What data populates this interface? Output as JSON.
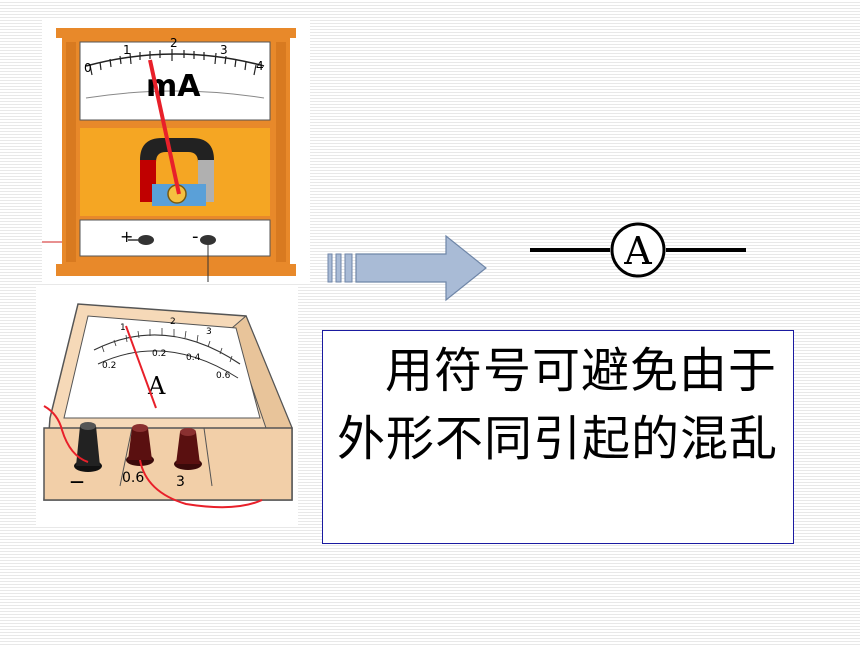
{
  "milliammeter": {
    "scale_labels": [
      "0",
      "1",
      "2",
      "3",
      "4"
    ],
    "unit": "mA",
    "plus_terminal": "+",
    "minus_terminal": "-"
  },
  "ammeter": {
    "scale_top": [
      "1",
      "2",
      "3"
    ],
    "scale_bottom": [
      "0.2",
      "0.2",
      "0.4"
    ],
    "scale_bottom_right": "0.6",
    "unit": "A",
    "terminal_minus": "—",
    "terminal_06": "0.6",
    "terminal_3": "3"
  },
  "symbol": {
    "letter": "A"
  },
  "caption": {
    "text": "用符号可避免由于外形不同引起的混乱"
  },
  "colors": {
    "frame_orange": "#e8892a",
    "panel_orange": "#f5a623",
    "needle_red": "#e8202a",
    "caption_border": "#1a1aa0",
    "arrow_fill": "#a9bbd6",
    "case_tan": "#f6d9b8"
  }
}
